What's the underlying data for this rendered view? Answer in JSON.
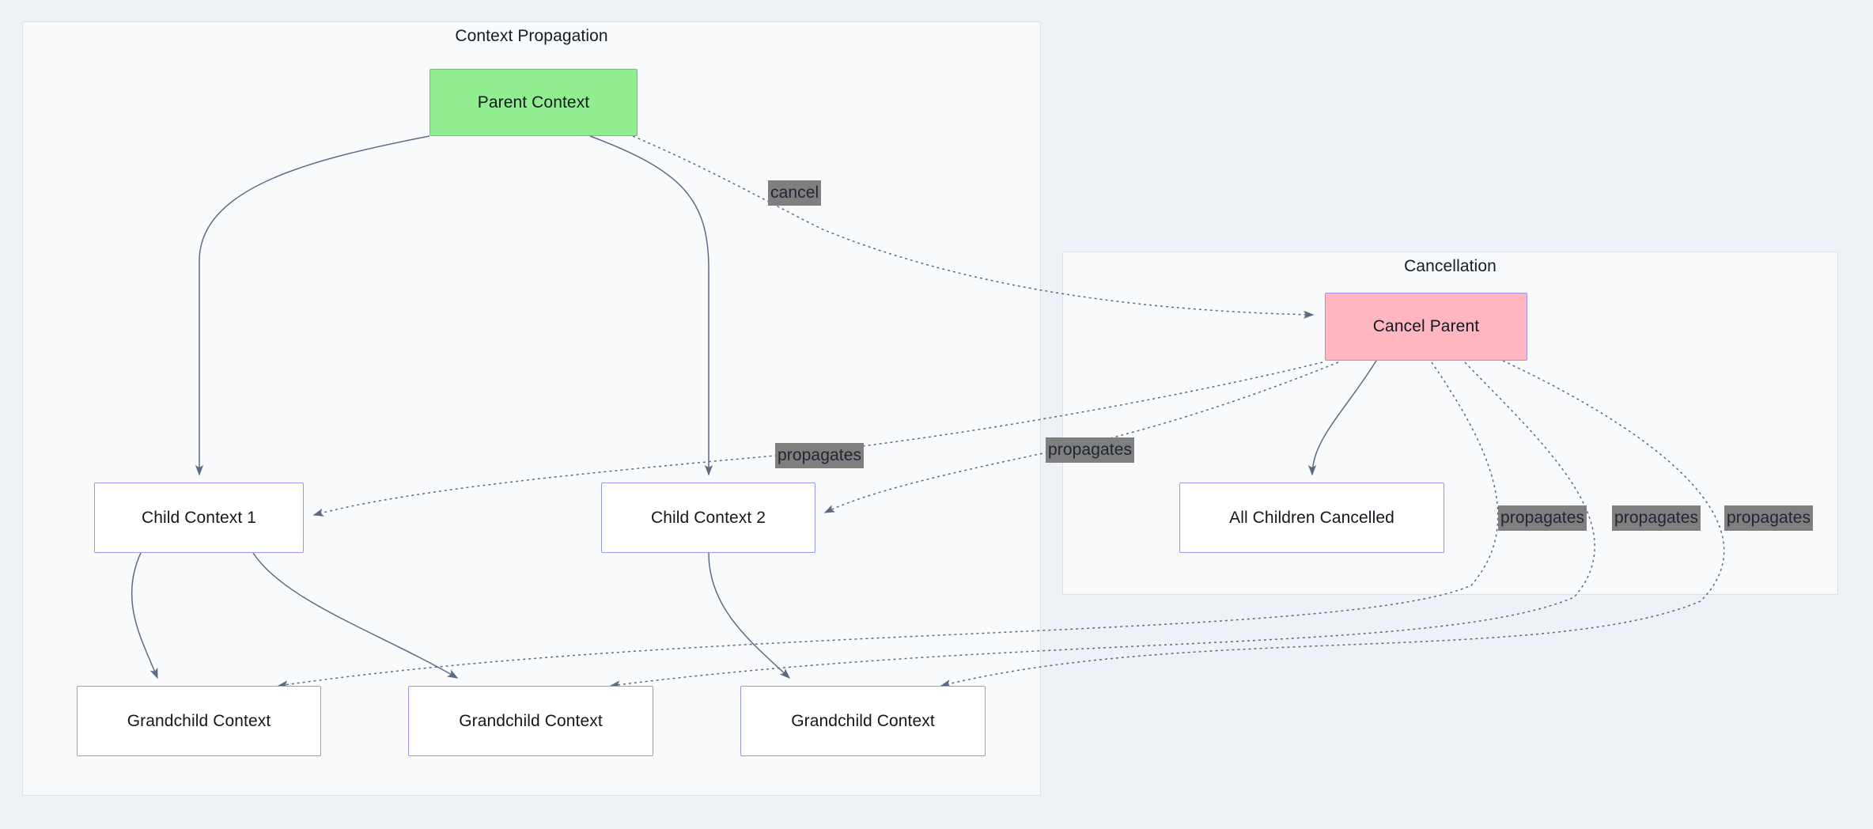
{
  "diagram": {
    "background_color": "#eef1f6",
    "subgraph_bg_color": "#f8fafc",
    "node_border_color": "#9a96f0",
    "edge_color": "#5c6b82",
    "label_bg_color": "#7f7f7f"
  },
  "subgraphs": [
    {
      "id": "context-propagation",
      "title": "Context Propagation"
    },
    {
      "id": "cancellation",
      "title": "Cancellation"
    }
  ],
  "nodes": [
    {
      "id": "parent-context",
      "label": "Parent Context",
      "fill": "#90ee90"
    },
    {
      "id": "child-context-1",
      "label": "Child Context 1",
      "fill": "#ffffff"
    },
    {
      "id": "child-context-2",
      "label": "Child Context 2",
      "fill": "#ffffff"
    },
    {
      "id": "grandchild-context-1",
      "label": "Grandchild Context",
      "fill": "#ffffff"
    },
    {
      "id": "grandchild-context-2",
      "label": "Grandchild Context",
      "fill": "#ffffff"
    },
    {
      "id": "grandchild-context-3",
      "label": "Grandchild Context",
      "fill": "#ffffff"
    },
    {
      "id": "cancel-parent",
      "label": "Cancel Parent",
      "fill": "#ffb6c1"
    },
    {
      "id": "all-children-cancelled",
      "label": "All Children Cancelled",
      "fill": "#ffffff"
    }
  ],
  "edge_labels": [
    {
      "id": "cancel-label",
      "text": "cancel"
    },
    {
      "id": "propagates-label-1",
      "text": "propagates"
    },
    {
      "id": "propagates-label-2",
      "text": "propagates"
    },
    {
      "id": "propagates-label-3",
      "text": "propagates"
    },
    {
      "id": "propagates-label-4",
      "text": "propagates"
    },
    {
      "id": "propagates-label-5",
      "text": "propagates"
    }
  ],
  "edges": [
    {
      "from": "parent-context",
      "to": "child-context-1",
      "style": "solid",
      "label": ""
    },
    {
      "from": "parent-context",
      "to": "child-context-2",
      "style": "solid",
      "label": ""
    },
    {
      "from": "child-context-1",
      "to": "grandchild-context-1",
      "style": "solid",
      "label": ""
    },
    {
      "from": "child-context-1",
      "to": "grandchild-context-2",
      "style": "solid",
      "label": ""
    },
    {
      "from": "child-context-2",
      "to": "grandchild-context-3",
      "style": "solid",
      "label": ""
    },
    {
      "from": "parent-context",
      "to": "cancel-parent",
      "style": "dotted",
      "label": "cancel"
    },
    {
      "from": "cancel-parent",
      "to": "all-children-cancelled",
      "style": "solid",
      "label": ""
    },
    {
      "from": "cancel-parent",
      "to": "child-context-1",
      "style": "dotted",
      "label": "propagates"
    },
    {
      "from": "cancel-parent",
      "to": "child-context-2",
      "style": "dotted",
      "label": "propagates"
    },
    {
      "from": "cancel-parent",
      "to": "grandchild-context-1",
      "style": "dotted",
      "label": "propagates"
    },
    {
      "from": "cancel-parent",
      "to": "grandchild-context-2",
      "style": "dotted",
      "label": "propagates"
    },
    {
      "from": "cancel-parent",
      "to": "grandchild-context-3",
      "style": "dotted",
      "label": "propagates"
    }
  ]
}
